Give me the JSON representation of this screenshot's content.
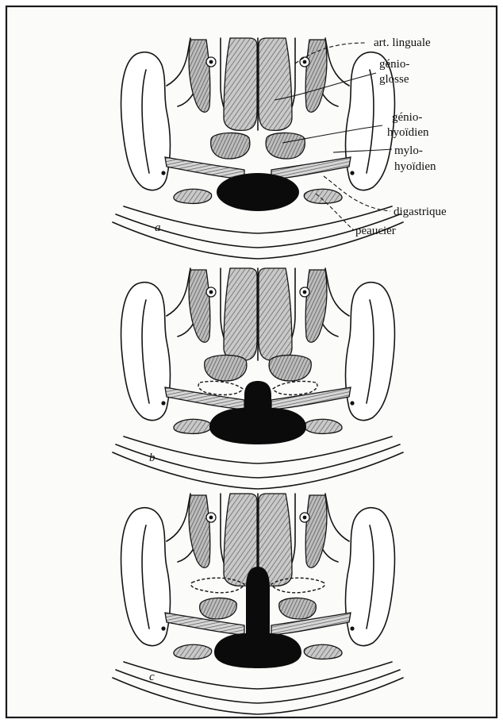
{
  "figure": {
    "panels": [
      {
        "id": "a",
        "letter": "a",
        "variant": "normal"
      },
      {
        "id": "b",
        "letter": "b",
        "variant": "midline-mass-small"
      },
      {
        "id": "c",
        "letter": "c",
        "variant": "midline-mass-large"
      }
    ],
    "labels": {
      "art_linguale": "art. linguale",
      "genioglosse_1": "génio-",
      "genioglosse_2": "glosse",
      "geniohyoidien_1": "génio-",
      "geniohyoidien_2": "hyoïdien",
      "mylohyoidien_1": "mylo-",
      "mylohyoidien_2": "hyoïdien",
      "digastrique": "digastrique",
      "peaucier": "peaucier"
    }
  }
}
